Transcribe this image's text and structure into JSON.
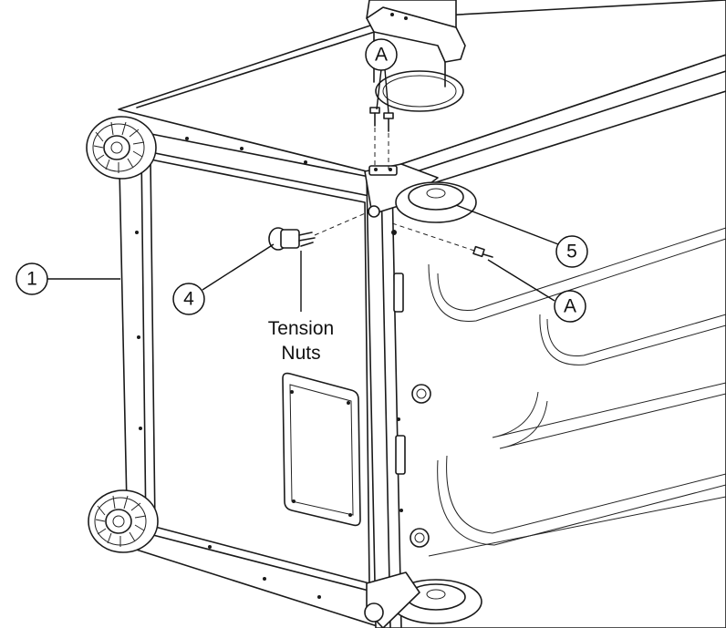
{
  "callouts": {
    "one": "1",
    "four": "4",
    "five": "5",
    "a_top": "A",
    "a_right": "A"
  },
  "labels": {
    "tension_line1": "Tension",
    "tension_line2": "Nuts"
  }
}
